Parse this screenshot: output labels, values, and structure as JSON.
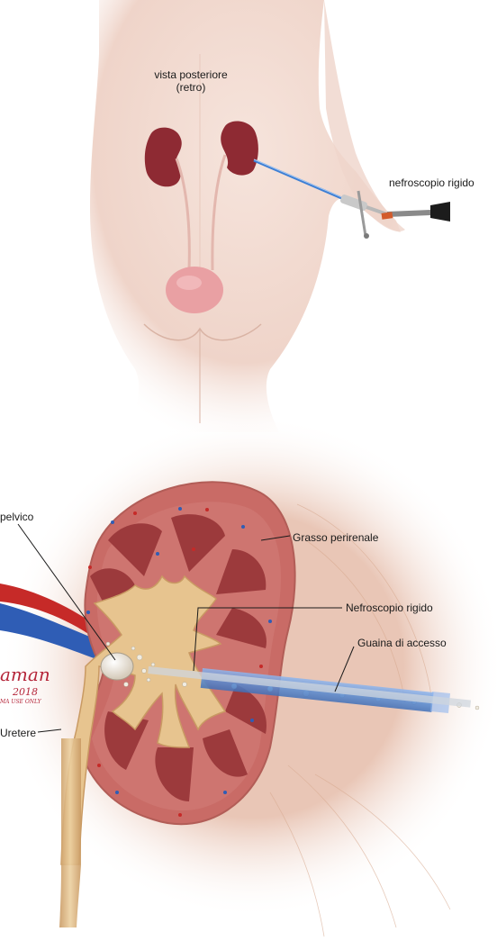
{
  "top": {
    "view_title": "vista posteriore",
    "view_subtitle": "(retro)",
    "scope_label": "nefroscopio rigido"
  },
  "bottom": {
    "labels": {
      "pelvis": "pelvico",
      "fat": "Grasso perirenale",
      "scope": "Nefroscopio rigido",
      "sheath": "Guaina di accesso",
      "ureter": "Uretere"
    },
    "signature": {
      "name": "aman",
      "year": "2018",
      "note": "MA USE ONLY"
    }
  },
  "colors": {
    "skin": "#f2d9d0",
    "kidney_top": "#8e2a33",
    "bladder": "#e9a0a3",
    "cortex": "#c96b66",
    "medulla": "#9c3a3c",
    "collecting_system": "#e7c48f",
    "sheath": "#5b8fd6",
    "artery": "#c62a28",
    "vein": "#2f5db5"
  }
}
